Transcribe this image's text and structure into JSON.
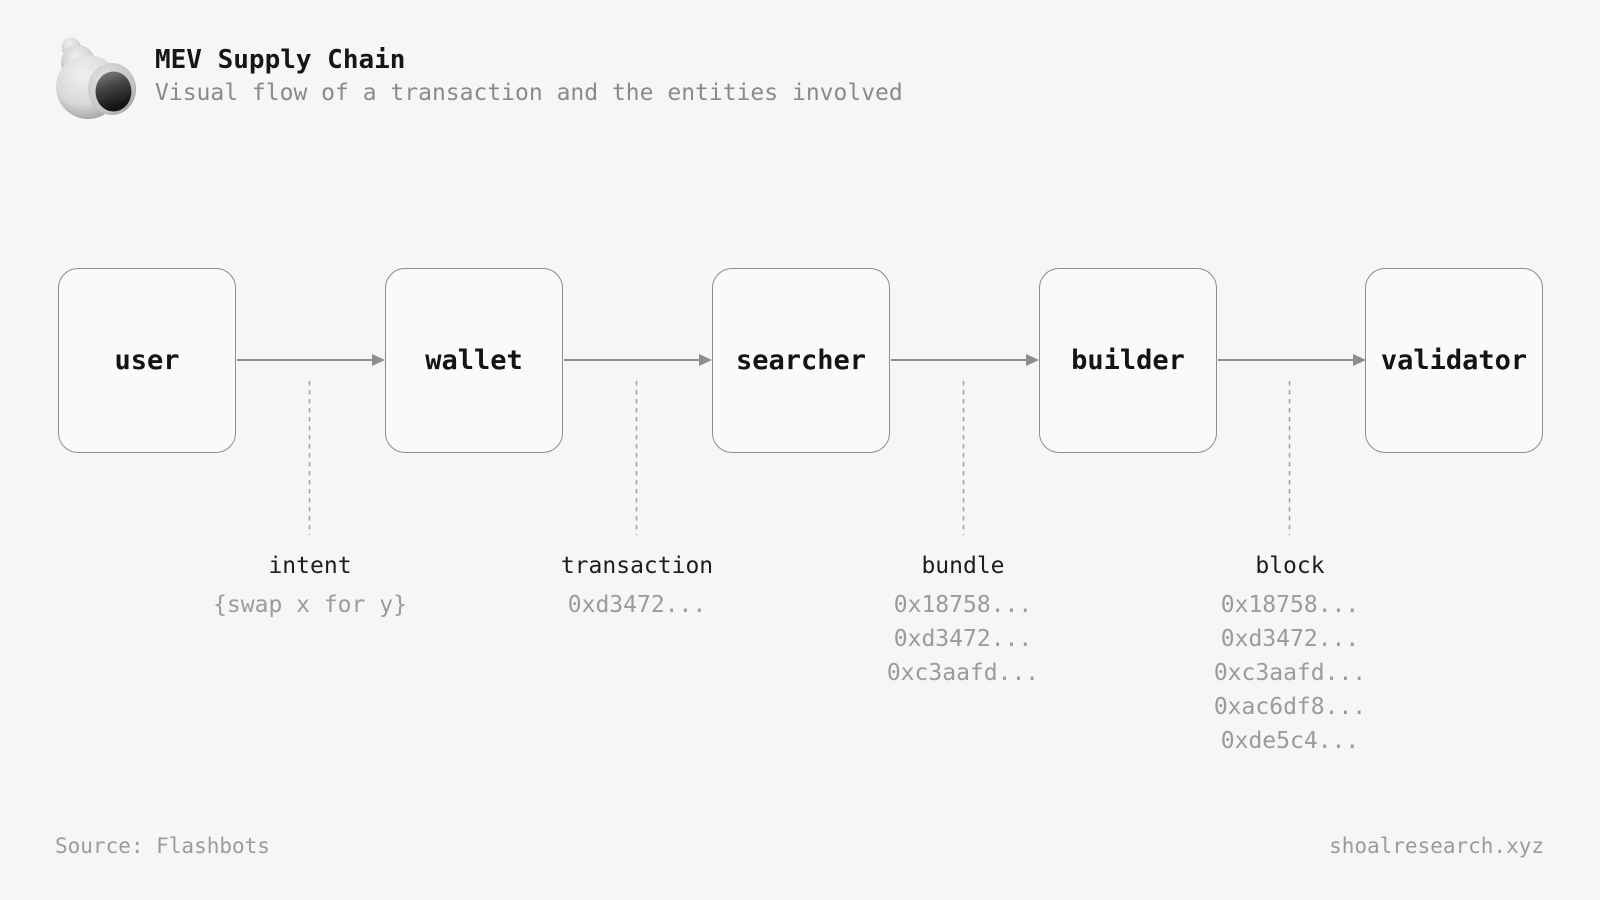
{
  "header": {
    "title": "MEV Supply Chain",
    "subtitle": "Visual flow of a transaction and the entities involved",
    "logo_icon": "shell-icon"
  },
  "flow": {
    "nodes": [
      {
        "label": "user"
      },
      {
        "label": "wallet"
      },
      {
        "label": "searcher"
      },
      {
        "label": "builder"
      },
      {
        "label": "validator"
      }
    ],
    "annotations": [
      {
        "label": "intent",
        "values": [
          "{swap x for y}"
        ]
      },
      {
        "label": "transaction",
        "values": [
          "0xd3472..."
        ]
      },
      {
        "label": "bundle",
        "values": [
          "0x18758...",
          "0xd3472...",
          "0xc3aafd..."
        ]
      },
      {
        "label": "block",
        "values": [
          "0x18758...",
          "0xd3472...",
          "0xc3aafd...",
          "0xac6df8...",
          "0xde5c4..."
        ]
      }
    ]
  },
  "footer": {
    "source": "Source: Flashbots",
    "site": "shoalresearch.xyz"
  },
  "colors": {
    "background": "#f6f6f4",
    "box_fill": "#fafaf8",
    "box_border": "#8d8d8d",
    "arrow": "#8d8d8d",
    "dashed_line": "#a3a3a3",
    "title_text": "#161616",
    "label_text": "#1d1d1d",
    "muted_text": "#9b9b9b"
  }
}
